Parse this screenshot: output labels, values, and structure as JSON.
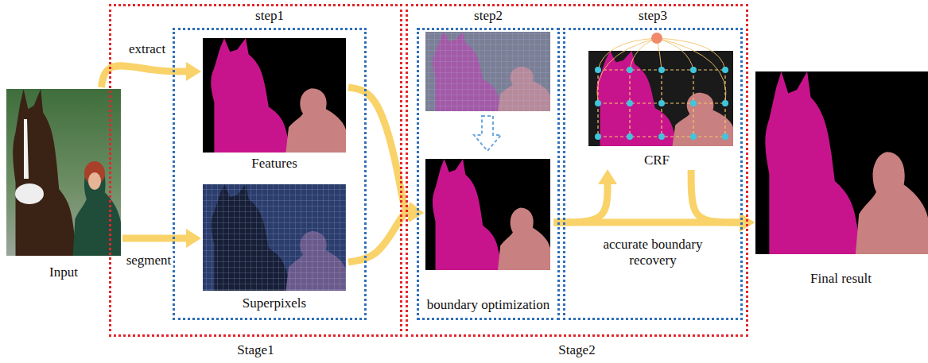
{
  "diagram": {
    "nodes": [
      {
        "text": [
          "Input"
        ]
      },
      {
        "text": [
          "Stage1"
        ]
      },
      {
        "text": [
          "step1"
        ],
        "in": 1
      },
      {
        "text": [
          "Features"
        ],
        "in": 2
      },
      {
        "text": [
          "Superpixels"
        ],
        "in": 2
      },
      {
        "text": [
          "Stage2"
        ]
      },
      {
        "text": [
          "step2"
        ],
        "in": 5
      },
      {
        "text": [
          "boundary optimization"
        ],
        "in": 6
      },
      {
        "text": [
          "step3",
          "accurate boundary recovery"
        ],
        "in": 5
      },
      {
        "text": [
          "CRF"
        ],
        "in": 8
      },
      {
        "text": [
          "Final result"
        ]
      }
    ],
    "edges": [
      {
        "from": 0,
        "to": 3,
        "label": "extract",
        "arrow": "to"
      },
      {
        "from": 0,
        "to": 4,
        "label": "segment",
        "arrow": "to"
      },
      {
        "from": 3,
        "to": 7,
        "arrow": "to"
      },
      {
        "from": 4,
        "to": 7,
        "arrow": "to"
      },
      {
        "from": 7,
        "to": 9,
        "arrow": "to"
      },
      {
        "from": 9,
        "to": 10,
        "arrow": "to"
      },
      {
        "from": 7,
        "to": 10,
        "arrow": "to"
      }
    ]
  }
}
